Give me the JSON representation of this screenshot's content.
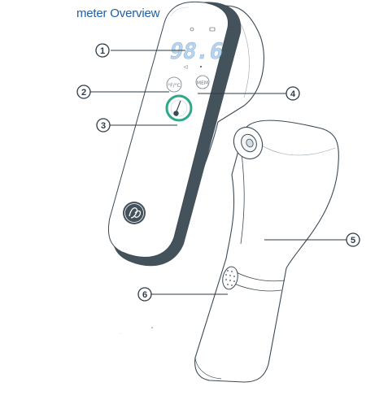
{
  "title": "meter Overview",
  "display": {
    "reading": "98.6"
  },
  "callouts": [
    "1",
    "2",
    "3",
    "4",
    "5",
    "6"
  ],
  "colors": {
    "title": "#1f5fa8",
    "outline": "#3b4a55",
    "rim": "#44525c",
    "display_digits": "#b8d4ef",
    "scan_ring": "#2fa88a",
    "callout": "#2e3b46"
  },
  "icons": [
    "thermometer-icon",
    "ge-logo",
    "probe-lens",
    "battery-icon",
    "wifi-icon"
  ]
}
